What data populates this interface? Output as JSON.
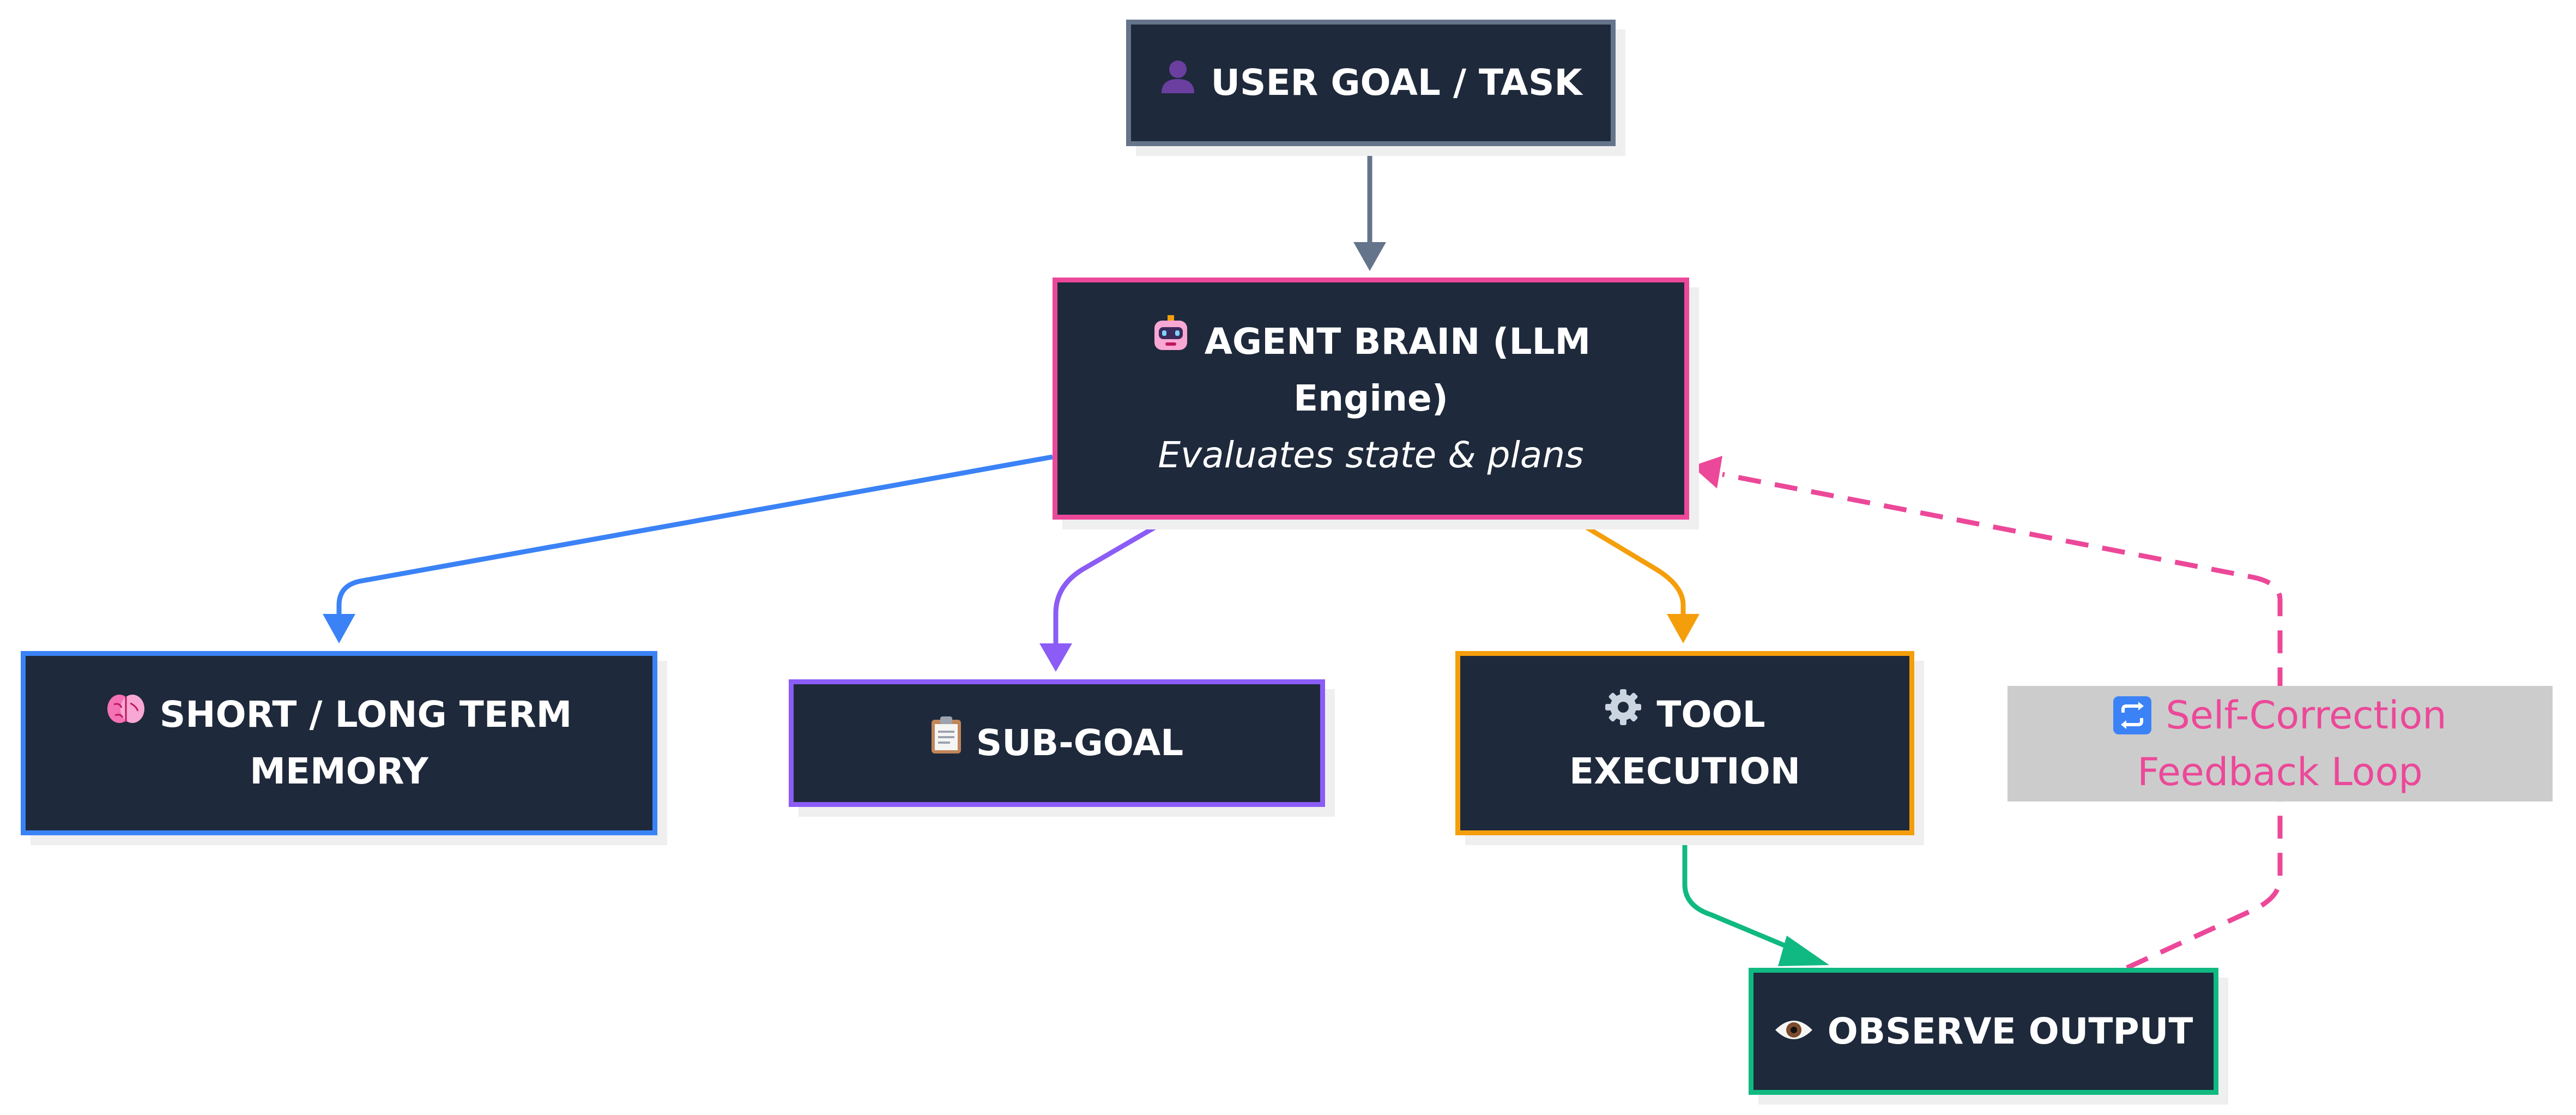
{
  "diagram": {
    "nodes": [
      {
        "id": "user",
        "icon": "user-silhouette-icon",
        "lines": [
          "USER GOAL / TASK"
        ],
        "border_color": "#64748b"
      },
      {
        "id": "brain",
        "icon": "robot-icon",
        "lines": [
          "AGENT BRAIN (LLM",
          "Engine)"
        ],
        "subtitle": "Evaluates state & plans",
        "border_color": "#ec4899"
      },
      {
        "id": "memory",
        "icon": "brain-icon",
        "lines": [
          "SHORT / LONG TERM",
          "MEMORY"
        ],
        "border_color": "#3b82f6"
      },
      {
        "id": "subgoal",
        "icon": "clipboard-icon",
        "lines": [
          "SUB-GOAL"
        ],
        "border_color": "#8b5cf6"
      },
      {
        "id": "tool",
        "icon": "gear-icon",
        "lines": [
          "TOOL",
          "EXECUTION"
        ],
        "border_color": "#f59e0b"
      },
      {
        "id": "observe",
        "icon": "eye-icon",
        "lines": [
          "OBSERVE OUTPUT"
        ],
        "border_color": "#10b981"
      }
    ],
    "edges": [
      {
        "from": "user",
        "to": "brain",
        "color": "#64748b",
        "style": "solid"
      },
      {
        "from": "brain",
        "to": "memory",
        "color": "#3b82f6",
        "style": "solid"
      },
      {
        "from": "brain",
        "to": "subgoal",
        "color": "#8b5cf6",
        "style": "solid"
      },
      {
        "from": "brain",
        "to": "tool",
        "color": "#f59e0b",
        "style": "solid"
      },
      {
        "from": "tool",
        "to": "observe",
        "color": "#10b981",
        "style": "solid"
      },
      {
        "from": "observe",
        "to": "brain",
        "color": "#ec4899",
        "style": "dashed",
        "label_icon": "repeat-loop-icon",
        "label_lines": [
          "Self-Correction",
          "Feedback Loop"
        ]
      }
    ],
    "node_fill": "#1e293b",
    "label_background": "#cccccc"
  }
}
